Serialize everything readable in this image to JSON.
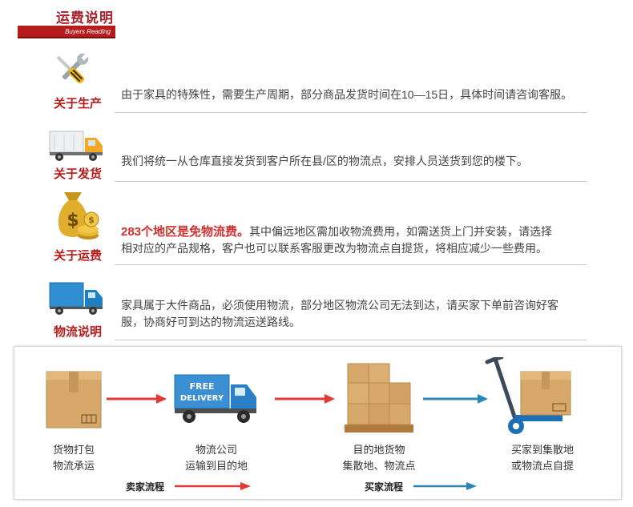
{
  "header": {
    "title": "运费说明",
    "subtitle": "Buyers Reading"
  },
  "rows": [
    {
      "icon": "tools-icon",
      "title": "关于生产",
      "text": "由于家具的特殊性，需要生产周期，部分商品发货时间在10—15日，具体时间请咨询客服。"
    },
    {
      "icon": "truck-icon",
      "title": "关于发货",
      "text": "我们将统一从仓库直接发货到客户所在县/区的物流点，安排人员送货到您的楼下。"
    },
    {
      "icon": "money-bag-icon",
      "title": "关于运费",
      "highlight": "283个地区是免物流费。",
      "line1": "其中偏远地区需加收物流费用，如需送货上门并安装，请选择",
      "line2": "相对应的产品规格，客户也可以联系客服更改为物流点自提货，将相应减少一些费用。"
    },
    {
      "icon": "blue-truck-icon",
      "title": "物流说明",
      "line1": "家具属于大件商品，必须使用物流，部分地区物流公司无法到达，请买家下单前咨询好客",
      "line2": "服，协商好可到达的物流运送路线。"
    }
  ],
  "flow": {
    "steps": [
      {
        "icon": "box-icon",
        "line1": "货物打包",
        "line2": "物流承运"
      },
      {
        "icon": "delivery-truck-icon",
        "truck_text_1": "FREE",
        "truck_text_2": "DELIVERY",
        "line1": "物流公司",
        "line2": "运输到目的地"
      },
      {
        "icon": "pallet-boxes-icon",
        "line1": "目的地货物",
        "line2": "集散地、物流点"
      },
      {
        "icon": "hand-truck-icon",
        "line1": "买家到集散地",
        "line2": "或物流点自提"
      }
    ],
    "legend": [
      {
        "label": "卖家流程",
        "color": "#e53935"
      },
      {
        "label": "买家流程",
        "color": "#2e86b8"
      }
    ],
    "colors": {
      "seller_arrow": "#e53935",
      "buyer_arrow": "#2e86b8"
    }
  }
}
